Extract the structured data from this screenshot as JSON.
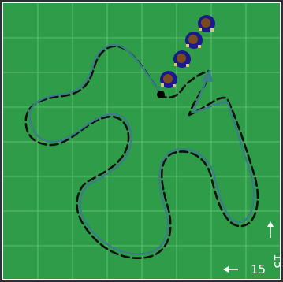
{
  "board": {
    "background_color": "#2e9c48",
    "grid_color": "#5fbf70",
    "border_color": "#2f2f2f"
  },
  "track": {
    "path_color": "#3b7f86",
    "dash_color": "#111111",
    "direction_arrow_color": "#3b7f86"
  },
  "robot": {
    "body_color": "#1a1a8c",
    "wheel_color": "#7a4a1e",
    "tip_color": "#d9c27a",
    "segment_count": 4,
    "anchor_dot_color": "#000000"
  },
  "scale": {
    "x_label": "15",
    "y_label": "15",
    "arrow_color": "#ffffff"
  }
}
